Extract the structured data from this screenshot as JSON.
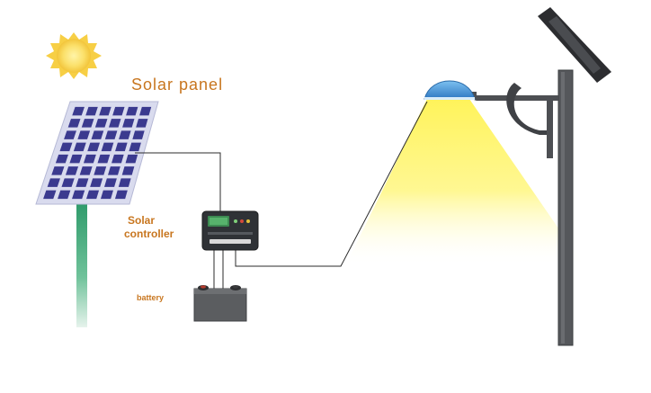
{
  "labels": {
    "solar_panel": "Solar panel",
    "solar_controller_line1": "Solar",
    "solar_controller_line2": "controller",
    "battery": "battery"
  },
  "colors": {
    "label": "#c8761f",
    "sun": "#f7d64a",
    "panel_cell": "#3b3a8f",
    "panel_frame": "#d6d8ec",
    "panel_post": "#2e9a6a",
    "controller": "#2f3236",
    "battery": "#5b5d60",
    "pole": "#55575b",
    "lamp": "#3e8fd1",
    "light_beam": "#fff35a",
    "wire": "#2b2b2b"
  },
  "icons": [
    "sun-icon",
    "solar-panel",
    "solar-controller",
    "battery",
    "street-lamp",
    "light-beam"
  ]
}
